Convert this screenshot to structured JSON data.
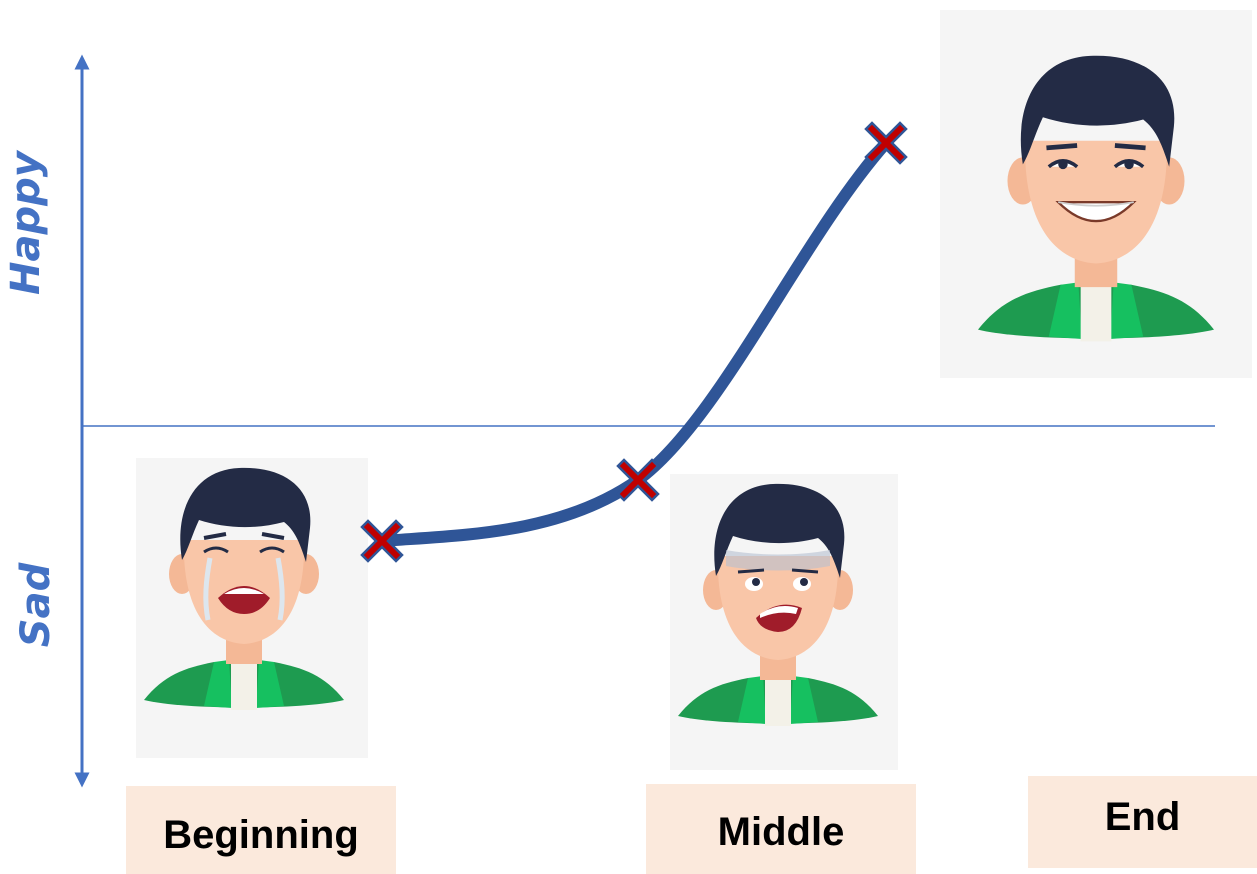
{
  "axis": {
    "top_label": "Happy",
    "bottom_label": "Sad"
  },
  "stages": [
    {
      "label": "Beginning",
      "mood": "crying"
    },
    {
      "label": "Middle",
      "mood": "worried"
    },
    {
      "label": "End",
      "mood": "grinning"
    }
  ],
  "colors": {
    "axis": "#4472c4",
    "curve": "#2f5597",
    "marker_fill": "#c00000",
    "marker_stroke": "#2f5597",
    "stage_box": "#fbe9dc",
    "hair": "#232b45",
    "skin": "#f9c6a8",
    "shirt": "#1e9b50",
    "collar": "#16c060",
    "card_bg": "#f5f5f5"
  }
}
